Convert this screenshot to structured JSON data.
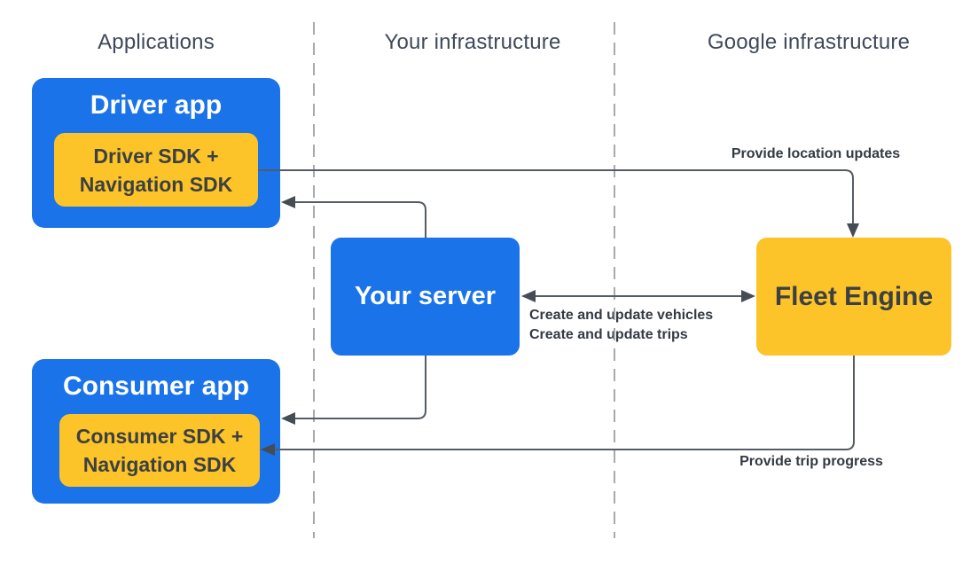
{
  "columns": {
    "applications": "Applications",
    "your_infrastructure": "Your infrastructure",
    "google_infrastructure": "Google infrastructure"
  },
  "nodes": {
    "driver_app": {
      "title": "Driver app",
      "sdk_line1": "Driver SDK +",
      "sdk_line2": "Navigation SDK"
    },
    "consumer_app": {
      "title": "Consumer app",
      "sdk_line1": "Consumer SDK +",
      "sdk_line2": "Navigation SDK"
    },
    "your_server": {
      "title": "Your server"
    },
    "fleet_engine": {
      "title": "Fleet Engine"
    }
  },
  "edges": {
    "driver_to_fleet": {
      "label": "Provide location updates"
    },
    "server_to_fleet": {
      "label_line1": "Create and update vehicles",
      "label_line2": "Create and update trips"
    },
    "fleet_to_consumer": {
      "label": "Provide trip progress"
    }
  },
  "colors": {
    "node_blue": "#1a73e8",
    "node_yellow": "#fcc428",
    "dark_text": "#3c4043",
    "header_text": "#3f495a",
    "arrow_line": "#565c64",
    "dashed_divider": "#a6aaae"
  }
}
